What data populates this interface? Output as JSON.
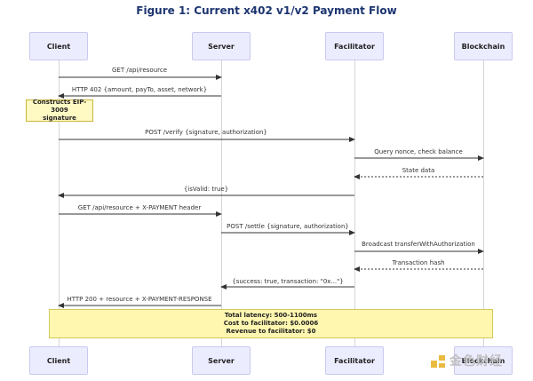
{
  "title": "Figure 1: Current x402 v1/v2 Payment Flow",
  "participants": [
    {
      "id": "client",
      "label": "Client"
    },
    {
      "id": "server",
      "label": "Server"
    },
    {
      "id": "facilitator",
      "label": "Facilitator"
    },
    {
      "id": "blockchain",
      "label": "Blockchain"
    }
  ],
  "messages": [
    {
      "from": "client",
      "to": "server",
      "style": "solid",
      "label": "GET /api/resource"
    },
    {
      "from": "server",
      "to": "client",
      "style": "solid",
      "label": "HTTP 402 {amount, payTo, asset, network}"
    },
    {
      "from": "client",
      "to": "facilitator",
      "style": "solid",
      "label": "POST /verify {signature, authorization}"
    },
    {
      "from": "facilitator",
      "to": "blockchain",
      "style": "solid",
      "label": "Query nonce, check balance"
    },
    {
      "from": "blockchain",
      "to": "facilitator",
      "style": "dotted",
      "label": "State data"
    },
    {
      "from": "facilitator",
      "to": "client",
      "style": "solid",
      "label": "{isValid: true}"
    },
    {
      "from": "client",
      "to": "server",
      "style": "solid",
      "label": "GET /api/resource + X-PAYMENT header"
    },
    {
      "from": "server",
      "to": "facilitator",
      "style": "solid",
      "label": "POST /settle {signature, authorization}"
    },
    {
      "from": "facilitator",
      "to": "blockchain",
      "style": "solid",
      "label": "Broadcast transferWithAuthorization"
    },
    {
      "from": "blockchain",
      "to": "facilitator",
      "style": "dotted",
      "label": "Transaction hash"
    },
    {
      "from": "facilitator",
      "to": "server",
      "style": "solid",
      "label": "{success: true, transaction: \"0x...\"}"
    },
    {
      "from": "server",
      "to": "client",
      "style": "solid",
      "label": "HTTP 200 + resource + X-PAYMENT-RESPONSE"
    }
  ],
  "notes": {
    "eip": {
      "lines": [
        "Constructs EIP-3009",
        "signature"
      ]
    },
    "summary": {
      "lines": [
        "Total latency: 500-1100ms",
        "Cost to facilitator: $0.0006",
        "Revenue to facilitator: $0"
      ]
    }
  },
  "watermark": {
    "text": "金色财经"
  },
  "colors": {
    "title": "#1d3570",
    "actor_fill": "#ececff",
    "actor_border": "#c9c9ef",
    "note_fill": "#fff9c4",
    "summary_fill": "#fff7b0",
    "arrow": "#333333"
  }
}
